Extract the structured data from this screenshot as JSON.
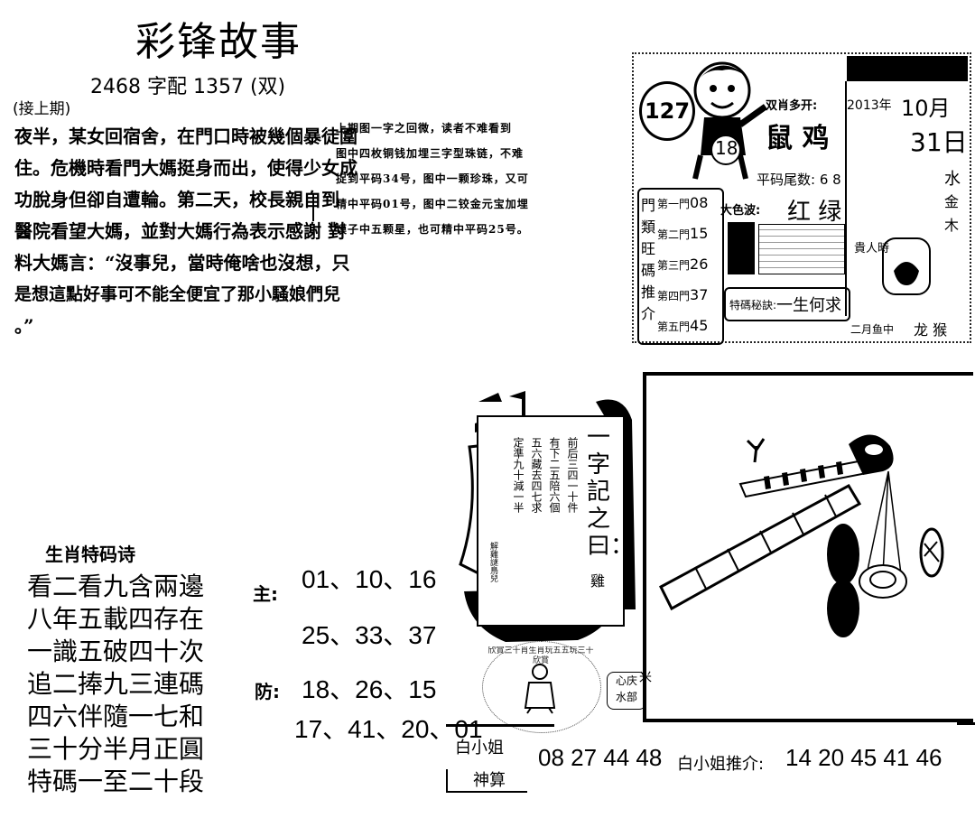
{
  "header": {
    "title": "彩锋故事",
    "pair_line": "2468 字配 1357 (双)",
    "continued": "(接上期)"
  },
  "story": {
    "lines": [
      "夜半，某女回宿舍，在門口時被幾個暴徒圍",
      "住。危機時看門大媽挺身而出，使得少女成",
      "功脫身但卻自遭輪。第二天，校長親自到",
      "醫院看望大媽，並對大媽行為表示感謝 對",
      "料大媽言：“沒事兒，當時俺啥也沒想，只",
      "是想這點好事可不能全便宜了那小騷娘們兒",
      "。”"
    ]
  },
  "note": {
    "lines": [
      "上期图一字之回微，读者不难看到",
      "图中四枚铜钱加埋三字型珠链，不难",
      "捉到平码34号，图中一颗珍珠，又可",
      "精中平码01号，图中二铰金元宝加埋",
      "馍子中五颗星，也可精中平码25号。"
    ]
  },
  "card": {
    "issue": "127",
    "badge_num": "18",
    "date_year": "2013年",
    "date_month": "10月",
    "date_day": "31日",
    "zodiac_label": "双肖多开:",
    "zodiac_value": "鼠 鸡",
    "mantissa_label": "平码尾数: 6 8",
    "color_label": "大色波:",
    "color_value": "红 绿",
    "door_title": "門類旺碼推介",
    "doors": [
      {
        "label": "第一門",
        "value": "08"
      },
      {
        "label": "第二門",
        "value": "15"
      },
      {
        "label": "第三門",
        "value": "26"
      },
      {
        "label": "第四門",
        "value": "37"
      },
      {
        "label": "第五門",
        "value": "45"
      }
    ],
    "special_label": "特碼秘訣:",
    "special_value": "一生何求",
    "side_label": "貴人時",
    "footer_left": "二月鱼中",
    "footer_right": "龙 猴",
    "side_chars": [
      "水",
      "金",
      "木"
    ]
  },
  "poem": {
    "title": "生肖特码诗",
    "lines": [
      "看二看九含兩邊",
      "八年五載四存在",
      "一識五破四十次",
      "追二捧九三連碼",
      "四六伴隨一七和",
      "三十分半月正圓",
      "特碼一至二十段"
    ],
    "main_label": "主:",
    "main_nums": [
      "01、10、16",
      "25、33、37"
    ],
    "def_label": "防:",
    "def_nums": [
      "18、26、15",
      "17、41、20、01"
    ]
  },
  "scroll": {
    "title": "一字記之曰：",
    "answer": "雞",
    "verse": [
      "前后三四一十件",
      "有下二五陪六個",
      "五六藏去四七求",
      "定準九十減一半"
    ],
    "author": "解雞謎鳥兒"
  },
  "stamp": {
    "ring_text": "欣賞三十肖生肖玩五五玩三十欣賞",
    "box_line1": "心庆",
    "box_line2": "水部",
    "side": "米"
  },
  "bottom": {
    "name": "白小姐",
    "subname": "神算",
    "nums": "08 27 44 48",
    "recommend_label": "白小姐推介:",
    "recommend_nums": "14 20 45 41 46"
  }
}
